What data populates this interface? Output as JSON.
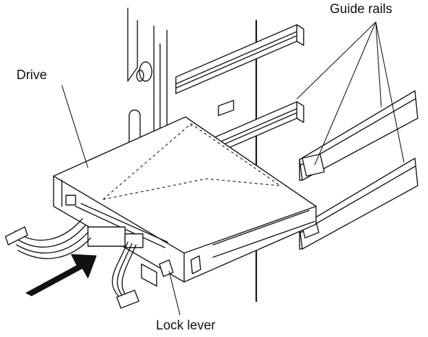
{
  "labels": {
    "drive": "Drive",
    "guide_rails": "Guide rails",
    "lock_lever": "Lock lever"
  },
  "colors": {
    "line": "#111111",
    "background": "#ffffff"
  }
}
